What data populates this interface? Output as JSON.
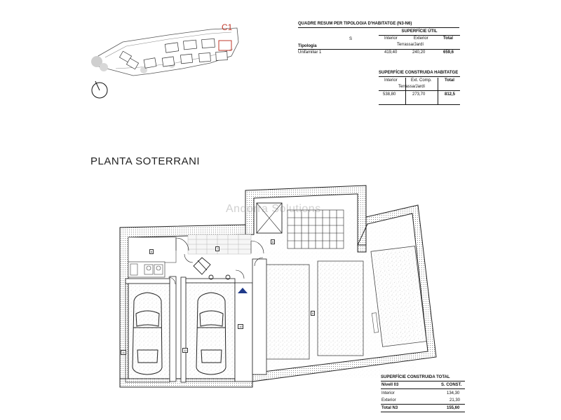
{
  "site_plan": {
    "marker": "C1"
  },
  "summary_table": {
    "title": "QUADRE RESUM PER TIPOLOGIA D'HABITATGE (N3-N6)",
    "s_label": "S",
    "useful_header": "SUPERFÍCIE ÚTIL",
    "useful_cols": [
      "Interior",
      "Exterior",
      "Total"
    ],
    "useful_sub": "Terrassa/Jardí",
    "typology_label": "Tipologia",
    "row_label": "Unifamiliar 1",
    "useful_values": [
      "419,40",
      "240,20",
      "659,6"
    ],
    "built_header": "SUPERFÍCIE CONSTRUIDA HABITATGE",
    "built_cols": [
      "Interior",
      "Ext. Comp.",
      "Total"
    ],
    "built_sub": "Terrassa/Jardí",
    "built_values": [
      "538,80",
      "273,70",
      "812,5"
    ]
  },
  "plan": {
    "title": "PLANTA SOTERRANI",
    "watermark": "Andorra Solutions",
    "room_tags": [
      "6",
      "7",
      "8",
      "9",
      "10",
      "11",
      "12"
    ]
  },
  "total_table": {
    "title": "SUPERFÍCIE CONSTRUIDA TOTAL",
    "col1": "Nivell 03",
    "col2": "S. CONST.",
    "rows": [
      {
        "label": "Interior",
        "value": "134,30"
      },
      {
        "label": "Exterior",
        "value": "21,30"
      }
    ],
    "total_label": "Total N3",
    "total_value": "155,60"
  }
}
